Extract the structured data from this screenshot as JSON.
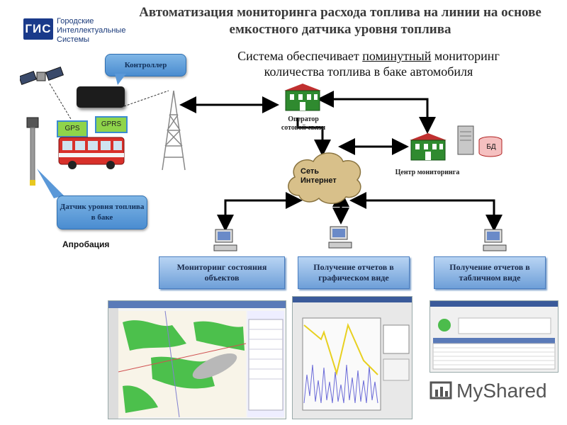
{
  "title": "Автоматизация мониторинга расхода топлива на линии на основе емкостного датчика уровня топлива",
  "logo": {
    "initials": "ГИС",
    "name_lines": [
      "Городские",
      "Интеллектуальные",
      "Системы"
    ]
  },
  "subtitle": {
    "before": "Система обеспечивает ",
    "underlined": "поминутный",
    "after": " мониторинг количества топлива в баке автомобиля"
  },
  "nodes": {
    "controller": "Контроллер",
    "gps": "GPS",
    "gprs": "GPRS",
    "sensor": "Датчик уровня топлива в баке",
    "testing": "Апробация",
    "operator": "Оператор сотовой связи",
    "internet": "Сеть Интернет",
    "center": "Центр мониторинга",
    "db": "БД"
  },
  "outputs": [
    {
      "label": "Мониторинг состояния объектов"
    },
    {
      "label": "Получение отчетов в графическом виде"
    },
    {
      "label": "Получение отчетов в табличном виде"
    }
  ],
  "watermark": "MyShared",
  "colors": {
    "callout": "#5a98d8",
    "button": "#8db8e8",
    "building": "#2f8a2f",
    "cloud": "#d8c08a",
    "tag": "#8fd44a"
  }
}
